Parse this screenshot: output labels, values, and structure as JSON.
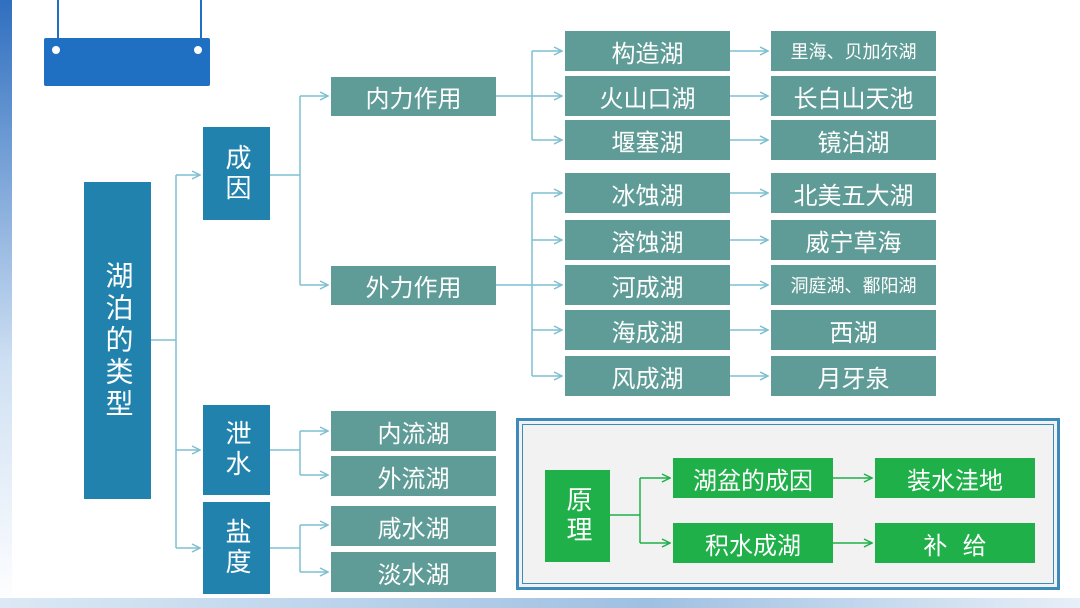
{
  "root": "湖泊的类型",
  "categories": {
    "origin": "成因",
    "outflow": "泄水",
    "salinity": "盐度"
  },
  "origin_groups": {
    "internal": "内力作用",
    "external": "外力作用"
  },
  "internal_items": [
    {
      "type": "构造湖",
      "example": "里海、贝加尔湖"
    },
    {
      "type": "火山口湖",
      "example": "长白山天池"
    },
    {
      "type": "堰塞湖",
      "example": "镜泊湖"
    }
  ],
  "external_items": [
    {
      "type": "冰蚀湖",
      "example": "北美五大湖"
    },
    {
      "type": "溶蚀湖",
      "example": "威宁草海"
    },
    {
      "type": "河成湖",
      "example": "洞庭湖、鄱阳湖"
    },
    {
      "type": "海成湖",
      "example": "西湖"
    },
    {
      "type": "风成湖",
      "example": "月牙泉"
    }
  ],
  "outflow_items": [
    "内流湖",
    "外流湖"
  ],
  "salinity_items": [
    "咸水湖",
    "淡水湖"
  ],
  "principle": {
    "label": "原理",
    "causes": [
      "湖盆的成因",
      "积水成湖"
    ],
    "results": [
      "装水洼地",
      "补  给"
    ]
  },
  "colors": {
    "teal": "#5f9c97",
    "blue": "#2183ad",
    "green": "#1fb04a",
    "line": "#7fbfd0"
  }
}
